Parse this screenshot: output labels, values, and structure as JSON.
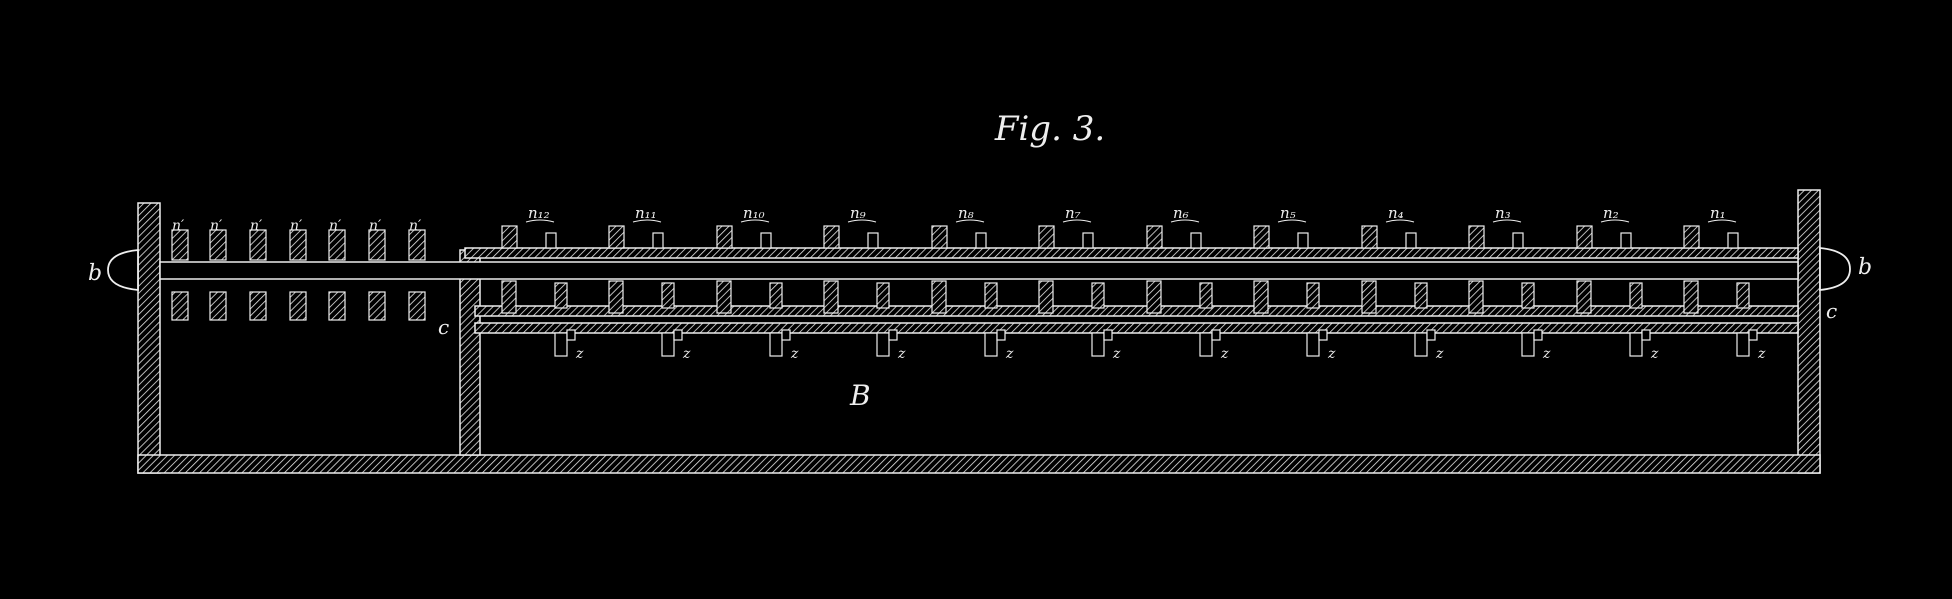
{
  "figure": {
    "title": "Fig. 3.",
    "colors": {
      "background": "#000000",
      "ink": "#eeeeee"
    },
    "labels": {
      "end_left": "b",
      "end_right": "b",
      "wall_left": "c",
      "wall_right": "c",
      "chamber": "B",
      "lower_tab": "z",
      "small_series": [
        "n′",
        "n′",
        "n′",
        "n′",
        "n′",
        "n′",
        "n′"
      ],
      "large_series": [
        "n₁₂",
        "n₁₁",
        "n₁₀",
        "n₉",
        "n₈",
        "n₇",
        "n₆",
        "n₅",
        "n₄",
        "n₃",
        "n₂",
        "n₁"
      ]
    }
  }
}
